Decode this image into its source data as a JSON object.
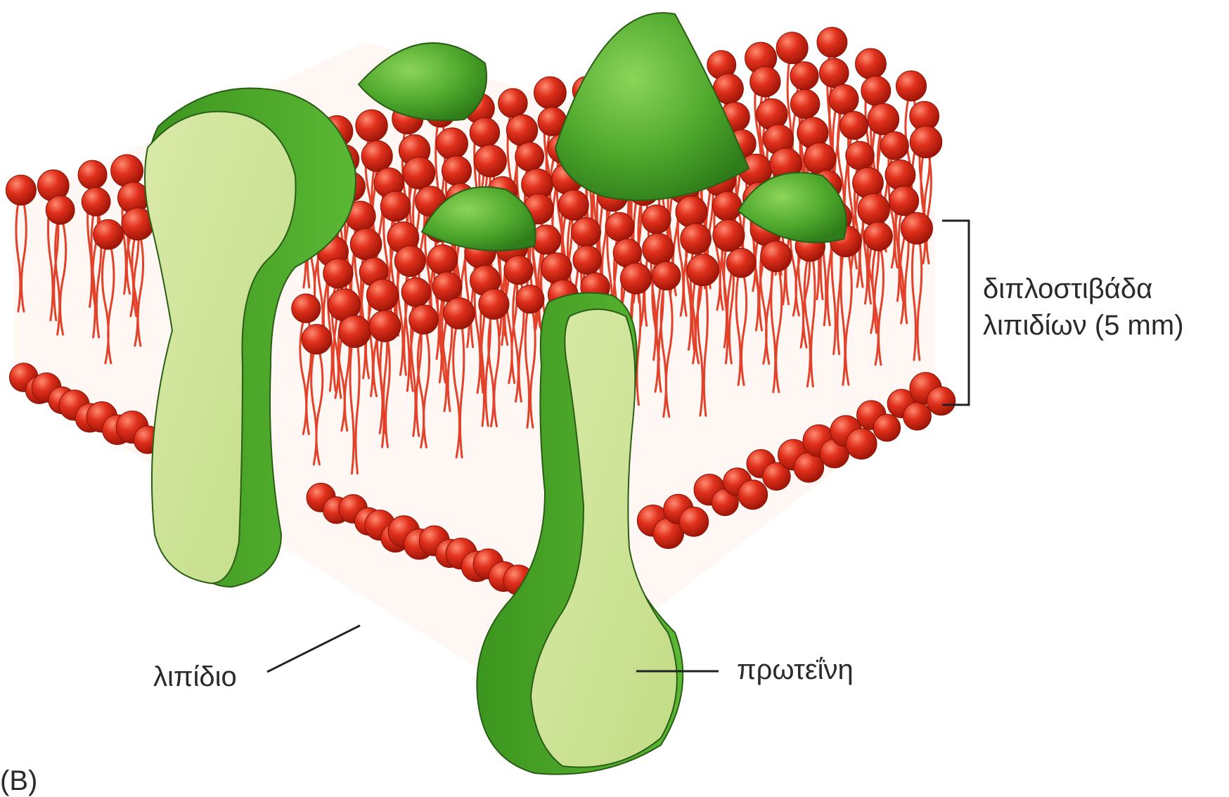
{
  "labels": {
    "bilayer_line1": "διπλοστιβάδα",
    "bilayer_line2": "λιπιδίων (5 mm)",
    "protein": "πρωτεΐνη",
    "lipid": "λιπίδιο",
    "panel": "(B)"
  },
  "colors": {
    "lipid_head": "#e0301c",
    "lipid_tail": "#e2412a",
    "protein_light": "#cfe39a",
    "protein_dark": "#4ea82c",
    "leader_line": "#222222"
  }
}
